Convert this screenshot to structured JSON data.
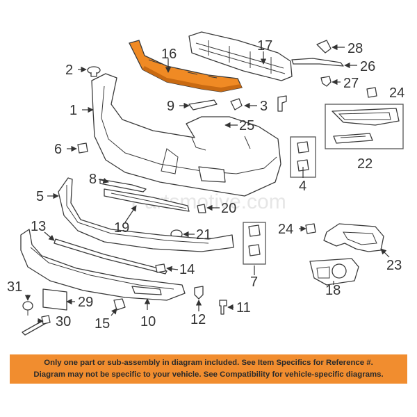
{
  "watermark": "Partsmotive.com",
  "notice": {
    "line1": "Only one part or sub-assembly in diagram included. See Item Specifics for Reference #.",
    "line2": "Diagram may not be specific to your vehicle. See Compatibility for vehicle-specific diagrams."
  },
  "callouts": {
    "c1": "1",
    "c2": "2",
    "c3": "3",
    "c4": "4",
    "c5": "5",
    "c6": "6",
    "c7": "7",
    "c8": "8",
    "c9": "9",
    "c10": "10",
    "c11": "11",
    "c12": "12",
    "c13": "13",
    "c14": "14",
    "c15": "15",
    "c16": "16",
    "c17": "17",
    "c18": "18",
    "c19": "19",
    "c20": "20",
    "c21": "21",
    "c22": "22",
    "c23": "23",
    "c24a": "24",
    "c24b": "24",
    "c25": "25",
    "c26": "26",
    "c27": "27",
    "c28": "28",
    "c29": "29",
    "c30": "30",
    "c31": "31"
  },
  "colors": {
    "highlight_part": "#f08a24",
    "notice_background": "#f18d2f",
    "line": "#3a3a3a"
  }
}
